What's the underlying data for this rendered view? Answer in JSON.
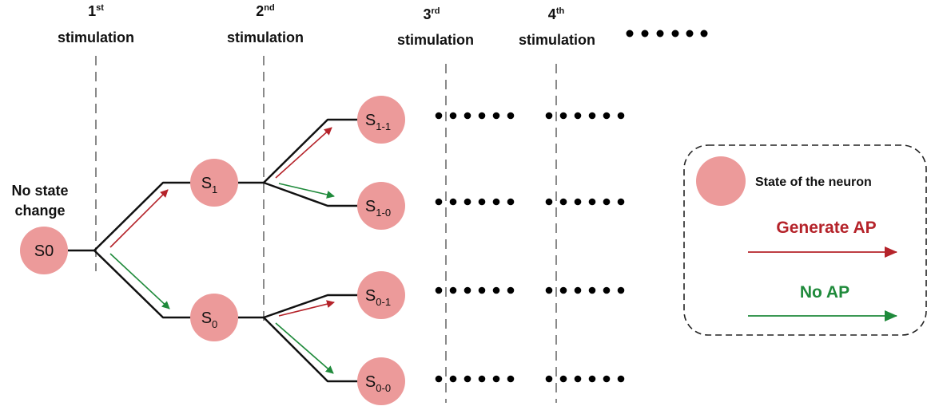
{
  "stimulations": [
    {
      "num": "1",
      "sup": "st",
      "word": "stimulation"
    },
    {
      "num": "2",
      "sup": "nd",
      "word": "stimulation"
    },
    {
      "num": "3",
      "sup": "rd",
      "word": "stimulation"
    },
    {
      "num": "4",
      "sup": "th",
      "word": "stimulation"
    }
  ],
  "side_label": {
    "line1": "No state",
    "line2": "change"
  },
  "nodes": {
    "root": {
      "main": "S0",
      "sub": ""
    },
    "s1": {
      "main": "S",
      "sub": "1"
    },
    "s0": {
      "main": "S",
      "sub": "0"
    },
    "s11": {
      "main": "S",
      "sub": "1-1"
    },
    "s10": {
      "main": "S",
      "sub": "1-0"
    },
    "s01": {
      "main": "S",
      "sub": "0-1"
    },
    "s00": {
      "main": "S",
      "sub": "0-0"
    }
  },
  "legend": {
    "state_label": "State of the neuron",
    "generate_label": "Generate AP",
    "noap_label": "No AP"
  },
  "colors": {
    "node_fill": "#ec9a9a",
    "generate_ap": "#b5232a",
    "no_ap": "#1f8a3b",
    "dashed_line": "#8a8a8a",
    "branch_line": "#111111"
  }
}
